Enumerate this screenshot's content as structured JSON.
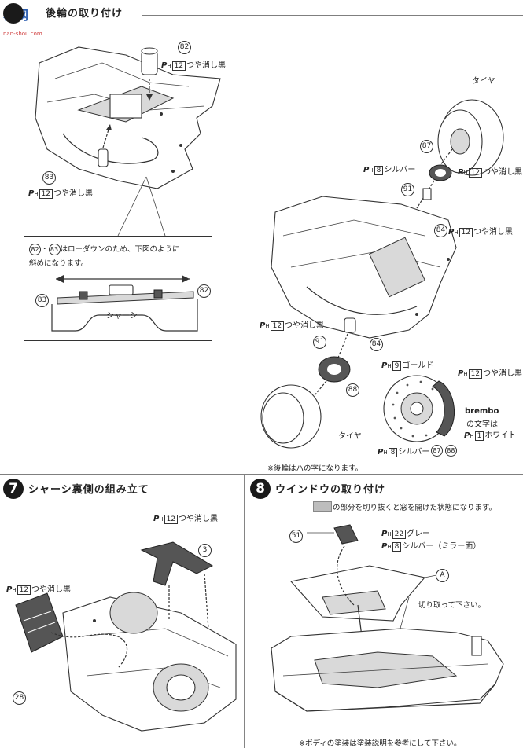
{
  "watermark": {
    "logo": "易网",
    "sub": "nan-shou.com"
  },
  "step6": {
    "title": "後輪の取り付け",
    "labels": {
      "p82": "82",
      "p83": "83",
      "p82_paint": "つや消し黒",
      "p83_paint": "つや消し黒",
      "ph12": "12",
      "ph8": "8",
      "ph9": "9",
      "ph1": "1",
      "tire_top": "タイヤ",
      "tire_bottom": "タイヤ",
      "p87": "87",
      "p88": "88",
      "p91a": "91",
      "p91b": "91",
      "p84a": "84",
      "p84b": "84",
      "silver_label": "シルバー",
      "silver_paint2": "シルバー",
      "black_87": "つや消し黒",
      "black_84": "つや消し黒",
      "black_mid": "つや消し黒",
      "black_brake": "つや消し黒",
      "gold": "ゴールド",
      "brembo": "brembo",
      "brembo_text": "の文字は",
      "white": "ホワイト",
      "p87_88": "87",
      "p87_88b": "88",
      "rear_note": "※後輪はハの字になります。"
    },
    "inset": {
      "note_line1": "はローダウンのため、下図のように",
      "note_line2": "斜めになります。",
      "p82": "82",
      "p83": "83",
      "chassis": "シャーシ",
      "label82": "82",
      "label83": "83"
    }
  },
  "step7": {
    "num": "7",
    "title": "シャーシ裏側の組み立て",
    "ph12_a": "12",
    "ph12_b": "12",
    "paint_a": "つや消し黒",
    "paint_b": "つや消し黒",
    "p3": "3",
    "p28": "28"
  },
  "step8": {
    "num": "8",
    "title": "ウインドウの取り付け",
    "cut_note": "の部分を切り抜くと窓を開けた状態になります。",
    "p51": "51",
    "ph22": "22",
    "ph8": "8",
    "grey": "グレー",
    "silver_mirror": "シルバー（ミラー面）",
    "partA": "A",
    "cut_instr": "切り取って下さい。",
    "body_note": "※ボディの塗装は塗装説明を参考にして下さい。"
  },
  "colors": {
    "ink": "#222222",
    "watermark_blue": "#2a5db0",
    "watermark_red": "#d04040",
    "cut_grey": "#bdbdbd"
  }
}
